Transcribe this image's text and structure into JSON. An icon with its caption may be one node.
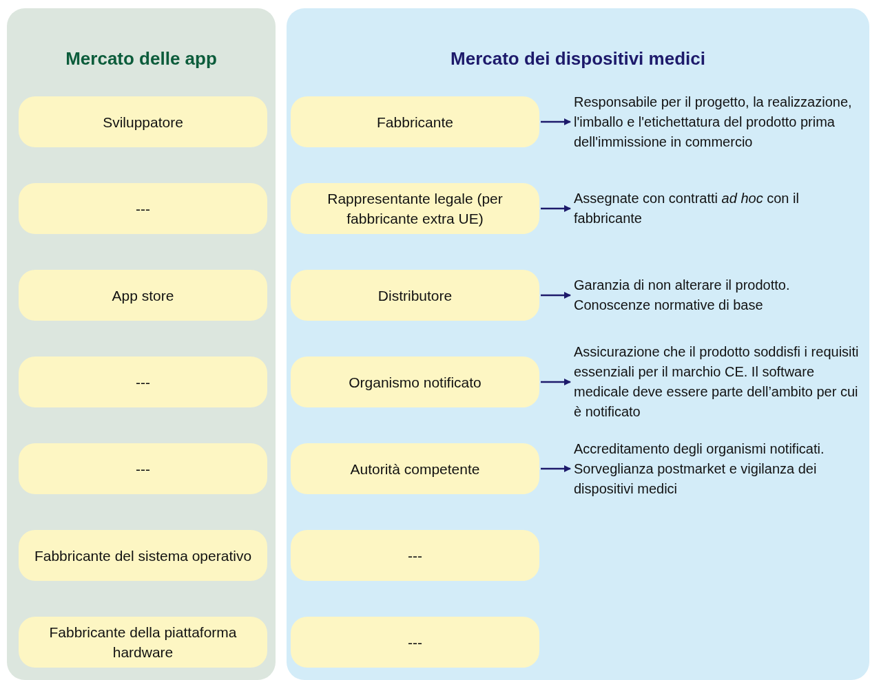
{
  "diagram": {
    "nodes": [
      {
        "text": [
          "Mercato delle app"
        ]
      },
      {
        "text": [
          "Sviluppatore"
        ],
        "in": 0
      },
      {
        "text": [
          "---"
        ],
        "in": 0
      },
      {
        "text": [
          "App store"
        ],
        "in": 0
      },
      {
        "text": [
          "---"
        ],
        "in": 0
      },
      {
        "text": [
          "---"
        ],
        "in": 0
      },
      {
        "text": [
          "Fabbricante del sistema operativo"
        ],
        "in": 0
      },
      {
        "text": [
          "Fabbricante della piattaforma hardware"
        ],
        "in": 0
      },
      {
        "text": [
          "Mercato dei dispositivi medici"
        ]
      },
      {
        "text": [
          "Fabbricante"
        ],
        "in": 8
      },
      {
        "text": [
          "Rappresentante legale (per fabbricante extra UE)"
        ],
        "in": 8
      },
      {
        "text": [
          "Distributore"
        ],
        "in": 8
      },
      {
        "text": [
          "Organismo notificato"
        ],
        "in": 8
      },
      {
        "text": [
          "Autorità competente"
        ],
        "in": 8
      },
      {
        "text": [
          "---"
        ],
        "in": 8
      },
      {
        "text": [
          "---"
        ],
        "in": 8
      },
      {
        "text": [
          "Responsabile per il progetto, la realizzazione, l'imballo e l'etichettatura del prodotto prima dell'immissione in commercio"
        ],
        "in": 8
      },
      {
        "text": [
          "Assegnate con contratti *ad hoc* con il fabbricante"
        ],
        "in": 8
      },
      {
        "text": [
          "Garanzia di non alterare il prodotto. Conoscenze normative di base"
        ],
        "in": 8
      },
      {
        "text": [
          "Assicurazione che il prodotto soddisfi i requisiti essenziali per il marchio CE. Il software medicale deve essere parte dell’ambito per cui è notificato"
        ],
        "in": 8
      },
      {
        "text": [
          "Accreditamento degli organismi notificati. Sorveglianza postmarket e vigilanza dei dispositivi medici"
        ],
        "in": 8
      }
    ],
    "edges": [
      {
        "from": 9,
        "to": 16,
        "arrow": "to"
      },
      {
        "from": 10,
        "to": 17,
        "arrow": "to"
      },
      {
        "from": 11,
        "to": 18,
        "arrow": "to"
      },
      {
        "from": 12,
        "to": 19,
        "arrow": "to"
      },
      {
        "from": 13,
        "to": 20,
        "arrow": "to"
      }
    ]
  }
}
